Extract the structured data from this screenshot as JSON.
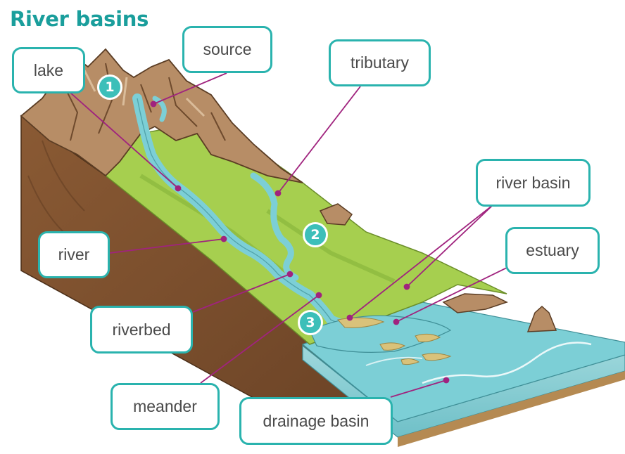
{
  "title": "River basins",
  "labels": {
    "lake": "lake",
    "source": "source",
    "tributary": "tributary",
    "river_basin": "river basin",
    "estuary": "estuary",
    "river": "river",
    "riverbed": "riverbed",
    "meander": "meander",
    "drainage_basin": "drainage basin"
  },
  "stages": [
    "1",
    "2",
    "3"
  ],
  "colors": {
    "title": "#1a9e9c",
    "label_border": "#2ab3ae",
    "leader_line": "#a0237e",
    "badge": "#3cbfb9"
  }
}
